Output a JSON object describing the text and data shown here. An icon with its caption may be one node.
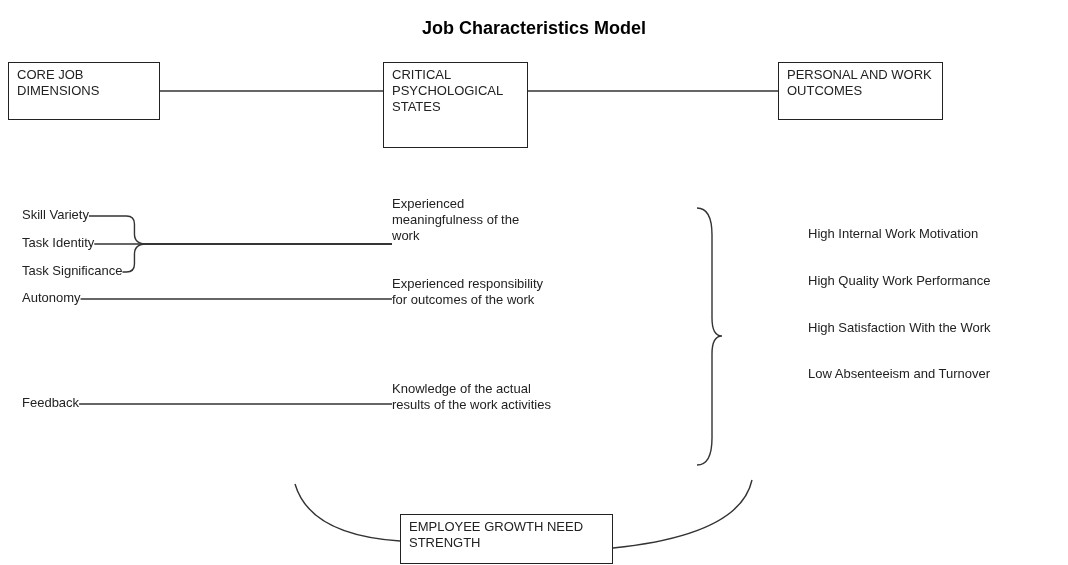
{
  "diagram": {
    "title": "Job Characteristics Model",
    "nodes": [
      {
        "text": [
          "CORE JOB DIMENSIONS"
        ]
      },
      {
        "text": [
          "CRITICAL PSYCHOLOGICAL STATES"
        ]
      },
      {
        "text": [
          "PERSONAL AND WORK OUTCOMES"
        ]
      },
      {
        "text": [
          "Skill Variety"
        ]
      },
      {
        "text": [
          "Task Identity"
        ]
      },
      {
        "text": [
          "Task Significance"
        ]
      },
      {
        "text": [
          "Experienced meaningfulness of the work"
        ]
      },
      {
        "text": [
          "Autonomy"
        ]
      },
      {
        "text": [
          "Experienced responsibility for outcomes of the work"
        ]
      },
      {
        "text": [
          "Feedback"
        ]
      },
      {
        "text": [
          "Knowledge of the actual results of the work activities"
        ]
      },
      {
        "text": [
          "High Internal Work Motivation"
        ]
      },
      {
        "text": [
          "High Quality Work Performance"
        ]
      },
      {
        "text": [
          "High Satisfaction With the Work"
        ]
      },
      {
        "text": [
          "Low Absenteeism and Turnover"
        ]
      },
      {
        "text": [
          "EMPLOYEE GROWTH NEED STRENGTH"
        ]
      }
    ],
    "edges": [
      {
        "from": 0,
        "to": 1,
        "arrow": "none"
      },
      {
        "from": 1,
        "to": 2,
        "arrow": "none"
      },
      {
        "from": 3,
        "to": 6,
        "arrow": "none"
      },
      {
        "from": 4,
        "to": 6,
        "arrow": "none"
      },
      {
        "from": 5,
        "to": 6,
        "arrow": "none"
      },
      {
        "from": 7,
        "to": 8,
        "arrow": "none"
      },
      {
        "from": 9,
        "to": 10,
        "arrow": "none"
      },
      {
        "from": 15,
        "to": null,
        "arrow": "none"
      },
      {
        "from": 15,
        "to": null,
        "arrow": "none"
      }
    ]
  }
}
